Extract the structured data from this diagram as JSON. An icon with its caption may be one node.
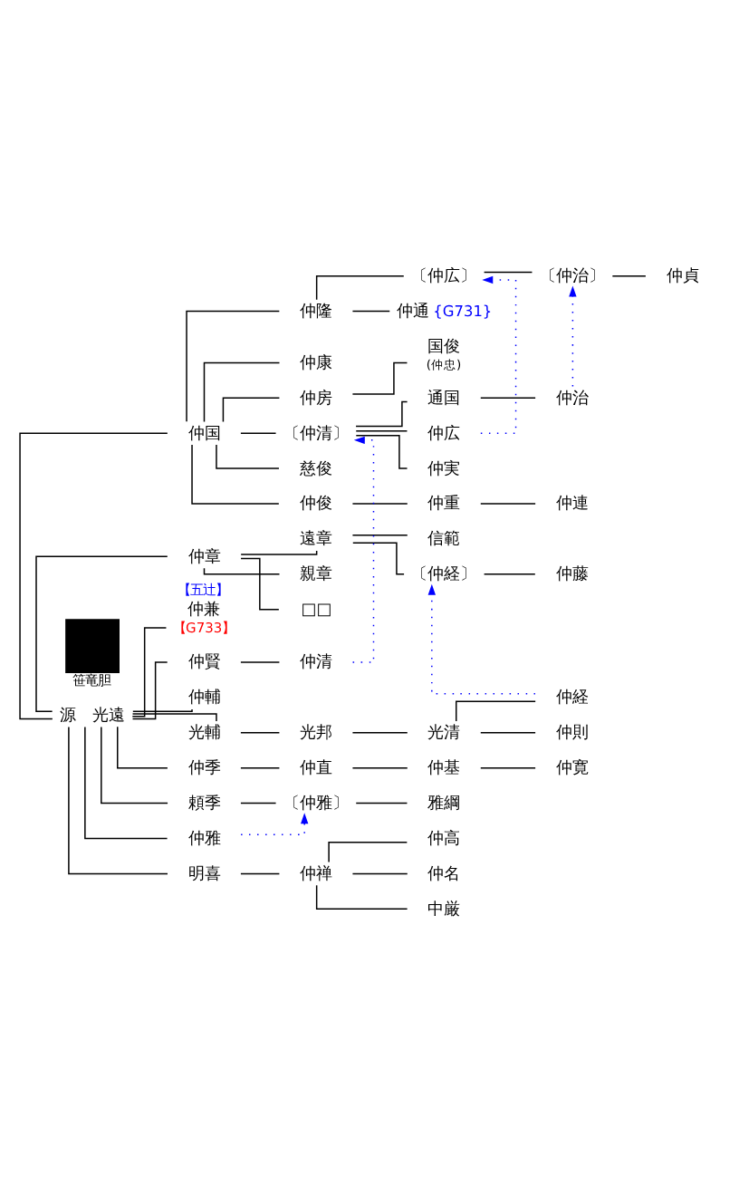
{
  "diagram": {
    "nodes": [
      {
        "text": [
          "源　光遠"
        ]
      },
      {
        "text": [
          "仲国"
        ]
      },
      {
        "text": [
          "仲隆"
        ]
      },
      {
        "text": [
          "〔仲広〕"
        ]
      },
      {
        "text": [
          "〔仲治〕"
        ]
      },
      {
        "text": [
          "仲貞"
        ]
      },
      {
        "text": [
          "仲通"
        ],
        "beside": [
          "{G731}"
        ]
      },
      {
        "text": [
          "仲康"
        ]
      },
      {
        "text": [
          "仲房"
        ]
      },
      {
        "text": [
          "国俊"
        ],
        "beside": [
          "(仲忠)"
        ]
      },
      {
        "text": [
          "〔仲清〕"
        ]
      },
      {
        "text": [
          "通国"
        ]
      },
      {
        "text": [
          "仲治"
        ]
      },
      {
        "text": [
          "仲広"
        ]
      },
      {
        "text": [
          "仲実"
        ]
      },
      {
        "text": [
          "慈俊"
        ]
      },
      {
        "text": [
          "仲俊"
        ]
      },
      {
        "text": [
          "仲重"
        ]
      },
      {
        "text": [
          "仲連"
        ]
      },
      {
        "text": [
          "仲章"
        ]
      },
      {
        "text": [
          "遠章"
        ]
      },
      {
        "text": [
          "信範"
        ]
      },
      {
        "text": [
          "〔仲経〕"
        ]
      },
      {
        "text": [
          "仲藤"
        ]
      },
      {
        "text": [
          "親章"
        ]
      },
      {
        "text": [
          "□□"
        ]
      },
      {
        "text": [
          "仲兼"
        ],
        "beside": [
          "【五辻】",
          "【G733】"
        ]
      },
      {
        "text": [
          "仲賢"
        ]
      },
      {
        "text": [
          "仲清"
        ]
      },
      {
        "text": [
          "仲輔"
        ]
      },
      {
        "text": [
          "光輔"
        ]
      },
      {
        "text": [
          "光邦"
        ]
      },
      {
        "text": [
          "光清"
        ]
      },
      {
        "text": [
          "仲経"
        ]
      },
      {
        "text": [
          "仲則"
        ]
      },
      {
        "text": [
          "仲季"
        ]
      },
      {
        "text": [
          "仲直"
        ]
      },
      {
        "text": [
          "仲基"
        ]
      },
      {
        "text": [
          "仲寛"
        ]
      },
      {
        "text": [
          "頼季"
        ]
      },
      {
        "text": [
          "〔仲雅〕"
        ]
      },
      {
        "text": [
          "雅綱"
        ]
      },
      {
        "text": [
          "仲雅"
        ]
      },
      {
        "text": [
          "明喜"
        ]
      },
      {
        "text": [
          "仲禅"
        ]
      },
      {
        "text": [
          "仲高"
        ]
      },
      {
        "text": [
          "仲名"
        ]
      },
      {
        "text": [
          "中厳"
        ]
      },
      {
        "text": [],
        "shape": "box",
        "beside": [
          "笹竜胆"
        ]
      }
    ],
    "edges": [
      {
        "from": 0,
        "to": 1,
        "arrow": "none"
      },
      {
        "from": 1,
        "to": 2,
        "arrow": "none"
      },
      {
        "from": 2,
        "to": 3,
        "arrow": "none"
      },
      {
        "from": 3,
        "to": 4,
        "arrow": "none"
      },
      {
        "from": 4,
        "to": 5,
        "arrow": "none"
      },
      {
        "from": 2,
        "to": 6,
        "arrow": "none"
      },
      {
        "from": 1,
        "to": 7,
        "arrow": "none"
      },
      {
        "from": 1,
        "to": 8,
        "arrow": "none"
      },
      {
        "from": 8,
        "to": 9,
        "arrow": "none"
      },
      {
        "from": 1,
        "to": 10,
        "arrow": "none"
      },
      {
        "from": 10,
        "to": 11,
        "arrow": "none"
      },
      {
        "from": 11,
        "to": 12,
        "arrow": "none"
      },
      {
        "from": 10,
        "to": 13,
        "arrow": "none"
      },
      {
        "from": 10,
        "to": 14,
        "arrow": "none"
      },
      {
        "from": 1,
        "to": 15,
        "arrow": "none"
      },
      {
        "from": 1,
        "to": 16,
        "arrow": "none"
      },
      {
        "from": 16,
        "to": 17,
        "arrow": "none"
      },
      {
        "from": 17,
        "to": 18,
        "arrow": "none"
      },
      {
        "from": 0,
        "to": 19,
        "arrow": "none"
      },
      {
        "from": 19,
        "to": 20,
        "arrow": "none"
      },
      {
        "from": 20,
        "to": 21,
        "arrow": "none"
      },
      {
        "from": 20,
        "to": 22,
        "arrow": "none"
      },
      {
        "from": 22,
        "to": 23,
        "arrow": "none"
      },
      {
        "from": 19,
        "to": 24,
        "arrow": "none"
      },
      {
        "from": 19,
        "to": 25,
        "arrow": "none"
      },
      {
        "from": 0,
        "to": 26,
        "arrow": "none"
      },
      {
        "from": 0,
        "to": 27,
        "arrow": "none"
      },
      {
        "from": 27,
        "to": 28,
        "arrow": "none"
      },
      {
        "from": 0,
        "to": 29,
        "arrow": "none"
      },
      {
        "from": 0,
        "to": 30,
        "arrow": "none"
      },
      {
        "from": 30,
        "to": 31,
        "arrow": "none"
      },
      {
        "from": 31,
        "to": 32,
        "arrow": "none"
      },
      {
        "from": 32,
        "to": 33,
        "arrow": "none"
      },
      {
        "from": 32,
        "to": 34,
        "arrow": "none"
      },
      {
        "from": 0,
        "to": 35,
        "arrow": "none"
      },
      {
        "from": 35,
        "to": 36,
        "arrow": "none"
      },
      {
        "from": 36,
        "to": 37,
        "arrow": "none"
      },
      {
        "from": 37,
        "to": 38,
        "arrow": "none"
      },
      {
        "from": 0,
        "to": 39,
        "arrow": "none"
      },
      {
        "from": 39,
        "to": 40,
        "arrow": "none"
      },
      {
        "from": 40,
        "to": 41,
        "arrow": "none"
      },
      {
        "from": 0,
        "to": 42,
        "arrow": "none"
      },
      {
        "from": 0,
        "to": 43,
        "arrow": "none"
      },
      {
        "from": 43,
        "to": 44,
        "arrow": "none"
      },
      {
        "from": 44,
        "to": 45,
        "arrow": "none"
      },
      {
        "from": 44,
        "to": 46,
        "arrow": "none"
      },
      {
        "from": 44,
        "to": 47,
        "arrow": "none"
      },
      {
        "from": 13,
        "to": 3,
        "arrow": "to",
        "style": "dashed",
        "color": "#0000ff"
      },
      {
        "from": 12,
        "to": 4,
        "arrow": "to",
        "style": "dashed",
        "color": "#0000ff"
      },
      {
        "from": 28,
        "to": 10,
        "arrow": "to",
        "style": "dashed",
        "color": "#0000ff"
      },
      {
        "from": 33,
        "to": 22,
        "arrow": "to",
        "style": "dashed",
        "color": "#0000ff"
      },
      {
        "from": 42,
        "to": 40,
        "arrow": "to",
        "style": "dashed",
        "color": "#0000ff"
      }
    ]
  }
}
